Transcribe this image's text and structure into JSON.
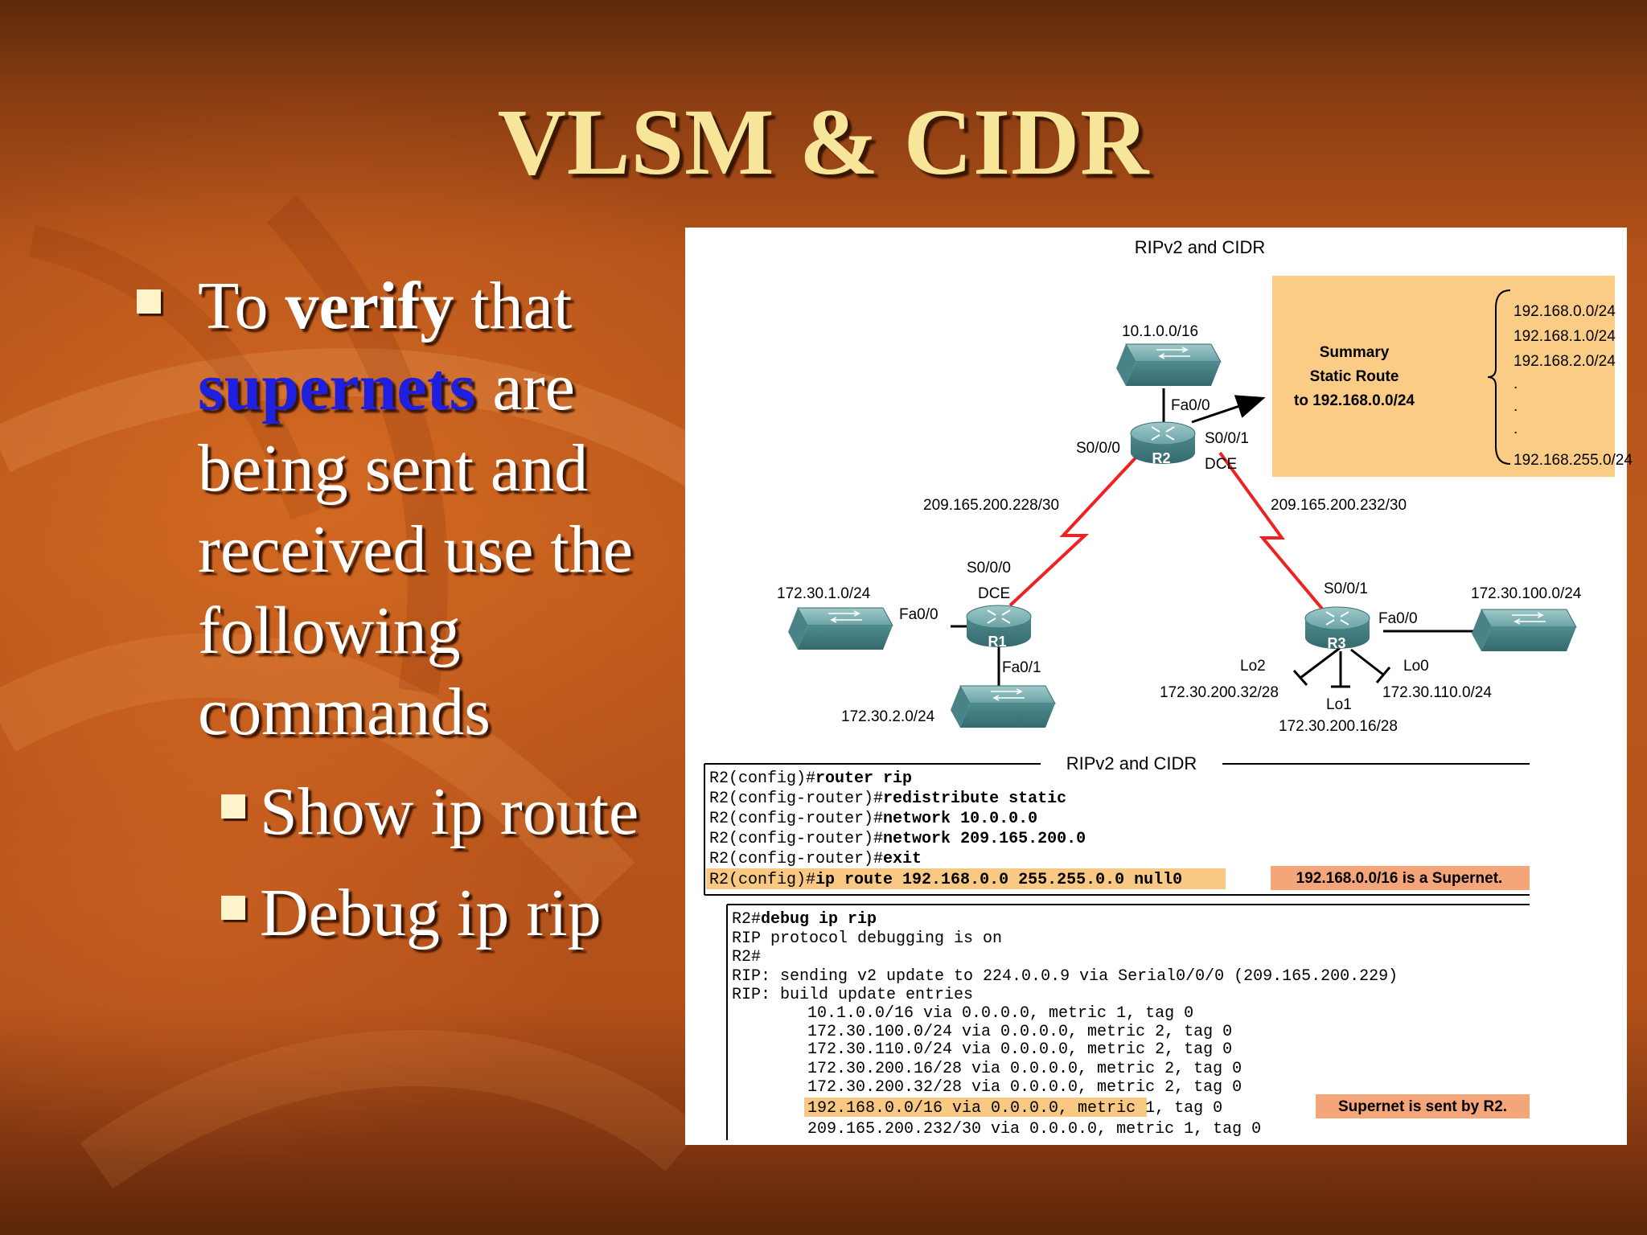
{
  "slide": {
    "title": "VLSM & CIDR",
    "bullet": {
      "part1": "To ",
      "part2": "verify",
      "part3": " that",
      "part4": "supernets",
      "part5": " are",
      "line3": "being sent and",
      "line4": "received use the",
      "line5": "following",
      "line6": "commands"
    },
    "sub_items": [
      "Show ip route",
      "Debug ip rip"
    ],
    "colors": {
      "title": "#f7e59a",
      "highlight_word": "#1f1fe0",
      "background": "#b4521a"
    }
  },
  "figure": {
    "title": "RIPv2 and CIDR",
    "summary_box": {
      "line1": "Summary",
      "line2": "Static Route",
      "line3": "to 192.168.0.0/24"
    },
    "summary_list": [
      "192.168.0.0/24",
      "192.168.1.0/24",
      "192.168.2.0/24",
      ".",
      ".",
      ".",
      "192.168.255.0/24"
    ],
    "labels": {
      "net_r2_lan": "10.1.0.0/16",
      "r2_fa00": "Fa0/0",
      "r2_s000": "S0/0/0",
      "r2_s001": "S0/0/1",
      "r2_dce": "DCE",
      "r2": "R2",
      "link_left": "209.165.200.228/30",
      "link_right": "209.165.200.232/30",
      "r1_s000": "S0/0/0",
      "r1_dce": "DCE",
      "r1": "R1",
      "r1_fa00": "Fa0/0",
      "r1_fa01": "Fa0/1",
      "net_r1_lan1": "172.30.1.0/24",
      "net_r1_lan2": "172.30.2.0/24",
      "r3_s001": "S0/0/1",
      "r3": "R3",
      "r3_fa00": "Fa0/0",
      "net_r3_lan": "172.30.100.0/24",
      "lo2": "Lo2",
      "lo2_net": "172.30.200.32/28",
      "lo1": "Lo1",
      "lo1_net": "172.30.200.16/28",
      "lo0": "Lo0",
      "lo0_net": "172.30.110.0/24"
    },
    "config": {
      "header": "RIPv2 and CIDR",
      "lines": [
        {
          "prompt": "R2(config)#",
          "cmd": "router rip"
        },
        {
          "prompt": "R2(config-router)#",
          "cmd": "redistribute static"
        },
        {
          "prompt": "R2(config-router)#",
          "cmd": "network 10.0.0.0"
        },
        {
          "prompt": "R2(config-router)#",
          "cmd": "network 209.165.200.0"
        },
        {
          "prompt": "R2(config-router)#",
          "cmd": "exit"
        },
        {
          "prompt": "R2(config)#",
          "cmd": "ip route 192.168.0.0 255.255.0.0 null0"
        }
      ],
      "note": "192.168.0.0/16 is a Supernet."
    },
    "debug": {
      "line1_prompt": "R2#",
      "line1_cmd": "debug ip rip",
      "lines": [
        "RIP protocol debugging is on",
        "R2#",
        "RIP: sending v2 update to 224.0.0.9 via Serial0/0/0 (209.165.200.229)",
        "RIP: build update entries",
        "10.1.0.0/16 via 0.0.0.0, metric 1, tag 0",
        "172.30.100.0/24 via 0.0.0.0, metric 2, tag 0",
        "172.30.110.0/24 via 0.0.0.0, metric 2, tag 0",
        "172.30.200.16/28 via 0.0.0.0, metric 2, tag 0",
        "172.30.200.32/28 via 0.0.0.0, metric 2, tag 0",
        "192.168.0.0/16 via 0.0.0.0, metric 1, tag 0",
        "209.165.200.232/30 via 0.0.0.0, metric 1, tag 0"
      ],
      "note": "Supernet is sent by R2."
    },
    "colors": {
      "summary_fill": "#fbcc86",
      "highlight": "#f9c984",
      "note_fill": "#f5a57a",
      "serial_link": "#ee2222",
      "device": "#5f9ea0"
    }
  }
}
